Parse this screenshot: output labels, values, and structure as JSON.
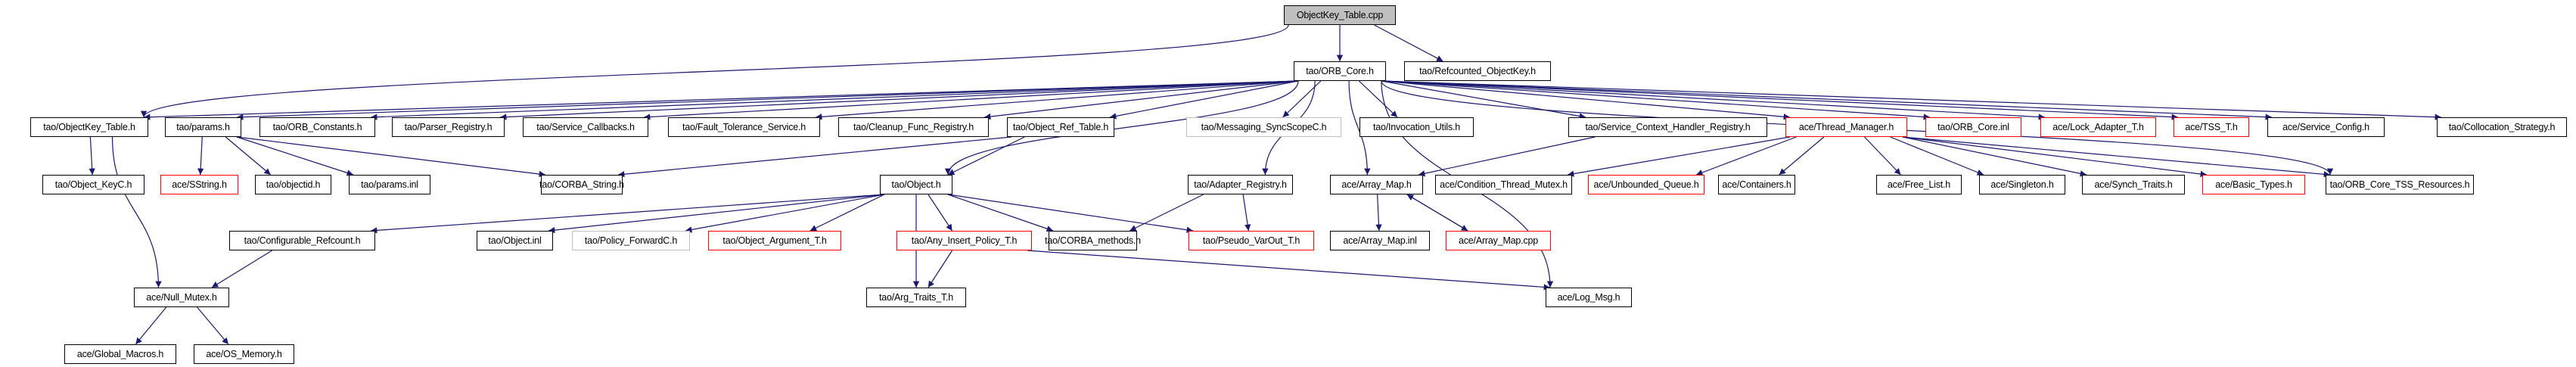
{
  "title": "ObjectKey_Table.cpp include dependency graph",
  "colors": {
    "edge": "#191970",
    "root_fill": "#bfbfbf",
    "border_default": "#000000",
    "border_truncated": "#ff0000",
    "border_undocumented": "#bfbfbf"
  },
  "nodes": [
    {
      "id": "root",
      "label": "ObjectKey_Table.cpp",
      "style": "root"
    },
    {
      "id": "orb_core_h",
      "label": "tao/ORB_Core.h",
      "style": "normal"
    },
    {
      "id": "refcounted_objectkey",
      "label": "tao/Refcounted_ObjectKey.h",
      "style": "normal"
    },
    {
      "id": "objectkey_table_h",
      "label": "tao/ObjectKey_Table.h",
      "style": "normal"
    },
    {
      "id": "params_h",
      "label": "tao/params.h",
      "style": "normal"
    },
    {
      "id": "orb_constants",
      "label": "tao/ORB_Constants.h",
      "style": "normal"
    },
    {
      "id": "parser_registry",
      "label": "tao/Parser_Registry.h",
      "style": "normal"
    },
    {
      "id": "service_callbacks",
      "label": "tao/Service_Callbacks.h",
      "style": "normal"
    },
    {
      "id": "fault_tolerance",
      "label": "tao/Fault_Tolerance_Service.h",
      "style": "normal"
    },
    {
      "id": "cleanup_func",
      "label": "tao/Cleanup_Func_Registry.h",
      "style": "normal"
    },
    {
      "id": "object_ref_table",
      "label": "tao/Object_Ref_Table.h",
      "style": "normal"
    },
    {
      "id": "messaging_syncscope",
      "label": "tao/Messaging_SyncScopeC.h",
      "style": "grey"
    },
    {
      "id": "invocation_utils",
      "label": "tao/Invocation_Utils.h",
      "style": "normal"
    },
    {
      "id": "service_context",
      "label": "tao/Service_Context_Handler_Registry.h",
      "style": "normal"
    },
    {
      "id": "thread_manager",
      "label": "ace/Thread_Manager.h",
      "style": "red"
    },
    {
      "id": "orb_core_inl",
      "label": "tao/ORB_Core.inl",
      "style": "red"
    },
    {
      "id": "lock_adapter",
      "label": "ace/Lock_Adapter_T.h",
      "style": "red"
    },
    {
      "id": "tss_t",
      "label": "ace/TSS_T.h",
      "style": "red"
    },
    {
      "id": "service_config",
      "label": "ace/Service_Config.h",
      "style": "normal"
    },
    {
      "id": "collocation",
      "label": "tao/Collocation_Strategy.h",
      "style": "normal"
    },
    {
      "id": "object_keyc",
      "label": "tao/Object_KeyC.h",
      "style": "normal"
    },
    {
      "id": "sstring",
      "label": "ace/SString.h",
      "style": "red"
    },
    {
      "id": "objectid",
      "label": "tao/objectid.h",
      "style": "normal"
    },
    {
      "id": "params_inl",
      "label": "tao/params.inl",
      "style": "normal"
    },
    {
      "id": "corba_string",
      "label": "tao/CORBA_String.h",
      "style": "normal"
    },
    {
      "id": "object_h",
      "label": "tao/Object.h",
      "style": "normal"
    },
    {
      "id": "adapter_registry",
      "label": "tao/Adapter_Registry.h",
      "style": "normal"
    },
    {
      "id": "array_map_h",
      "label": "ace/Array_Map.h",
      "style": "normal"
    },
    {
      "id": "condition_mutex",
      "label": "ace/Condition_Thread_Mutex.h",
      "style": "normal"
    },
    {
      "id": "unbounded_queue",
      "label": "ace/Unbounded_Queue.h",
      "style": "red"
    },
    {
      "id": "containers",
      "label": "ace/Containers.h",
      "style": "normal"
    },
    {
      "id": "free_list",
      "label": "ace/Free_List.h",
      "style": "normal"
    },
    {
      "id": "singleton",
      "label": "ace/Singleton.h",
      "style": "normal"
    },
    {
      "id": "synch_traits",
      "label": "ace/Synch_Traits.h",
      "style": "normal"
    },
    {
      "id": "basic_types",
      "label": "ace/Basic_Types.h",
      "style": "red"
    },
    {
      "id": "tss_resources",
      "label": "tao/ORB_Core_TSS_Resources.h",
      "style": "normal"
    },
    {
      "id": "configurable_refcount",
      "label": "tao/Configurable_Refcount.h",
      "style": "normal"
    },
    {
      "id": "object_inl",
      "label": "tao/Object.inl",
      "style": "normal"
    },
    {
      "id": "policy_forwardc",
      "label": "tao/Policy_ForwardC.h",
      "style": "grey"
    },
    {
      "id": "object_argument",
      "label": "tao/Object_Argument_T.h",
      "style": "red"
    },
    {
      "id": "any_insert_policy",
      "label": "tao/Any_Insert_Policy_T.h",
      "style": "red"
    },
    {
      "id": "corba_methods",
      "label": "tao/CORBA_methods.h",
      "style": "normal"
    },
    {
      "id": "pseudo_varout",
      "label": "tao/Pseudo_VarOut_T.h",
      "style": "red"
    },
    {
      "id": "array_map_inl",
      "label": "ace/Array_Map.inl",
      "style": "normal"
    },
    {
      "id": "array_map_cpp",
      "label": "ace/Array_Map.cpp",
      "style": "red"
    },
    {
      "id": "null_mutex",
      "label": "ace/Null_Mutex.h",
      "style": "normal"
    },
    {
      "id": "arg_traits",
      "label": "tao/Arg_Traits_T.h",
      "style": "normal"
    },
    {
      "id": "log_msg",
      "label": "ace/Log_Msg.h",
      "style": "normal"
    },
    {
      "id": "global_macros",
      "label": "ace/Global_Macros.h",
      "style": "normal"
    },
    {
      "id": "os_memory",
      "label": "ace/OS_Memory.h",
      "style": "normal"
    }
  ],
  "edges": [
    [
      "root",
      "orb_core_h"
    ],
    [
      "root",
      "refcounted_objectkey"
    ],
    [
      "root",
      "objectkey_table_h"
    ],
    [
      "orb_core_h",
      "objectkey_table_h"
    ],
    [
      "orb_core_h",
      "params_h"
    ],
    [
      "orb_core_h",
      "orb_constants"
    ],
    [
      "orb_core_h",
      "parser_registry"
    ],
    [
      "orb_core_h",
      "service_callbacks"
    ],
    [
      "orb_core_h",
      "fault_tolerance"
    ],
    [
      "orb_core_h",
      "cleanup_func"
    ],
    [
      "orb_core_h",
      "object_ref_table"
    ],
    [
      "orb_core_h",
      "messaging_syncscope"
    ],
    [
      "orb_core_h",
      "invocation_utils"
    ],
    [
      "orb_core_h",
      "service_context"
    ],
    [
      "orb_core_h",
      "thread_manager"
    ],
    [
      "orb_core_h",
      "orb_core_inl"
    ],
    [
      "orb_core_h",
      "lock_adapter"
    ],
    [
      "orb_core_h",
      "tss_t"
    ],
    [
      "orb_core_h",
      "service_config"
    ],
    [
      "orb_core_h",
      "collocation"
    ],
    [
      "orb_core_h",
      "tss_resources"
    ],
    [
      "orb_core_h",
      "object_h"
    ],
    [
      "orb_core_h",
      "adapter_registry"
    ],
    [
      "orb_core_h",
      "array_map_h"
    ],
    [
      "orb_core_h",
      "log_msg"
    ],
    [
      "objectkey_table_h",
      "object_keyc"
    ],
    [
      "objectkey_table_h",
      "null_mutex"
    ],
    [
      "params_h",
      "sstring"
    ],
    [
      "params_h",
      "objectid"
    ],
    [
      "params_h",
      "params_inl"
    ],
    [
      "params_h",
      "corba_string"
    ],
    [
      "object_ref_table",
      "corba_string"
    ],
    [
      "object_ref_table",
      "object_h"
    ],
    [
      "object_h",
      "configurable_refcount"
    ],
    [
      "object_h",
      "object_inl"
    ],
    [
      "object_h",
      "policy_forwardc"
    ],
    [
      "object_h",
      "object_argument"
    ],
    [
      "object_h",
      "any_insert_policy"
    ],
    [
      "object_h",
      "corba_methods"
    ],
    [
      "object_h",
      "pseudo_varout"
    ],
    [
      "object_h",
      "arg_traits"
    ],
    [
      "adapter_registry",
      "corba_methods"
    ],
    [
      "adapter_registry",
      "pseudo_varout"
    ],
    [
      "service_context",
      "array_map_h"
    ],
    [
      "array_map_h",
      "array_map_inl"
    ],
    [
      "array_map_h",
      "array_map_cpp"
    ],
    [
      "array_map_cpp",
      "array_map_h"
    ],
    [
      "thread_manager",
      "condition_mutex"
    ],
    [
      "thread_manager",
      "unbounded_queue"
    ],
    [
      "thread_manager",
      "containers"
    ],
    [
      "thread_manager",
      "free_list"
    ],
    [
      "thread_manager",
      "singleton"
    ],
    [
      "thread_manager",
      "synch_traits"
    ],
    [
      "thread_manager",
      "basic_types"
    ],
    [
      "thread_manager",
      "tss_resources"
    ],
    [
      "configurable_refcount",
      "null_mutex"
    ],
    [
      "any_insert_policy",
      "arg_traits"
    ],
    [
      "any_insert_policy",
      "log_msg"
    ],
    [
      "null_mutex",
      "global_macros"
    ],
    [
      "null_mutex",
      "os_memory"
    ]
  ]
}
